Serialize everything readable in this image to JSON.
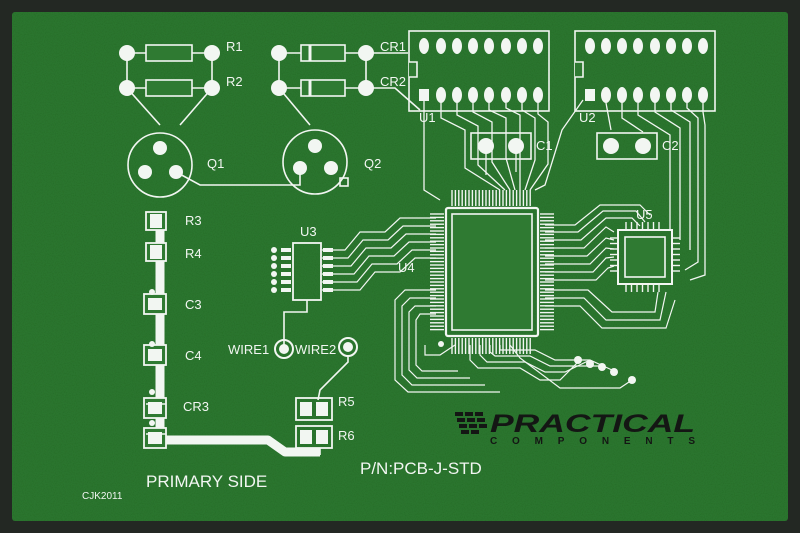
{
  "board": {
    "side_label": "PRIMARY SIDE",
    "part_number": "P/N:PCB-J-STD",
    "code": "CJK2011",
    "logo": {
      "name": "PRACTICAL",
      "sub": "COMPONENTS"
    },
    "colors": {
      "border": "#232823",
      "board": "#2f7a32",
      "silk": "#f2f6f2",
      "logo": "#141614"
    }
  },
  "components": {
    "r1": "R1",
    "r2": "R2",
    "cr1": "CR1",
    "cr2": "CR2",
    "q1": "Q1",
    "q2": "Q2",
    "u1": "U1",
    "u2": "U2",
    "c1": "C1",
    "c2": "C2",
    "u3": "U3",
    "u4": "U4",
    "u5": "U5",
    "r3": "R3",
    "r4": "R4",
    "c3": "C3",
    "c4": "C4",
    "cr3": "CR3",
    "r5": "R5",
    "r6": "R6",
    "wire1": "WIRE1",
    "wire2": "WIRE2"
  }
}
